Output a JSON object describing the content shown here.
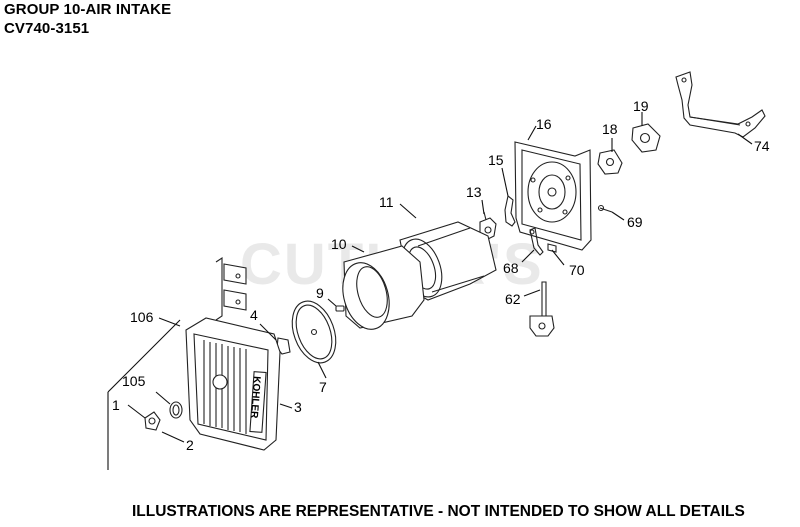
{
  "header": {
    "group_title": "GROUP 10-AIR INTAKE",
    "model": "CV740-3151"
  },
  "footer": {
    "disclaimer": "ILLUSTRATIONS ARE REPRESENTATIVE - NOT INTENDED TO SHOW ALL DETAILS"
  },
  "watermark": "CUTLER'S",
  "brand_mark": "KOHLER",
  "callouts": {
    "c1": "1",
    "c2": "2",
    "c3": "3",
    "c4": "4",
    "c7": "7",
    "c9": "9",
    "c10": "10",
    "c11": "11",
    "c13": "13",
    "c15": "15",
    "c16": "16",
    "c18": "18",
    "c19": "19",
    "c62": "62",
    "c68": "68",
    "c69": "69",
    "c70": "70",
    "c74": "74",
    "c105": "105",
    "c106": "106"
  }
}
